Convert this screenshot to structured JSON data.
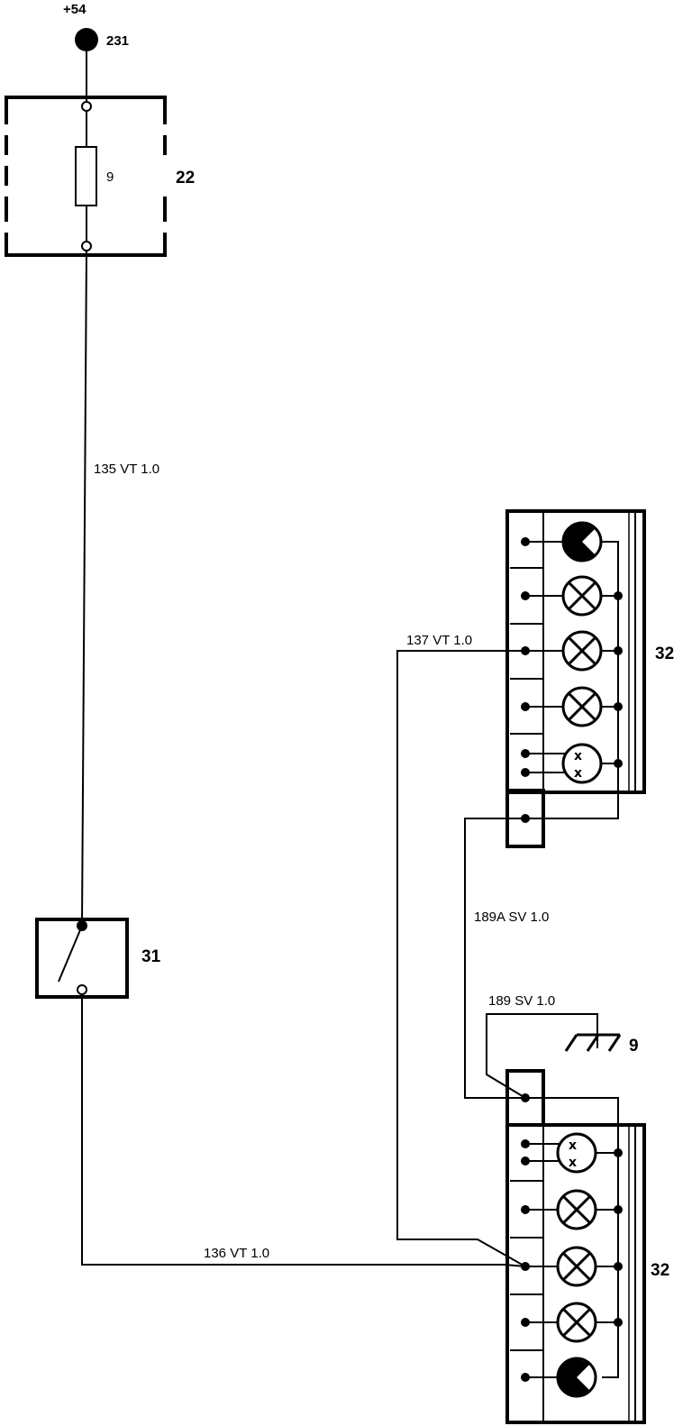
{
  "supply": {
    "terminal": "+54",
    "node": "231"
  },
  "fuse_box": {
    "id": "22",
    "fuse": "9"
  },
  "switch": {
    "id": "31"
  },
  "wires": {
    "w135": "135 VT 1.0",
    "w136": "136 VT 1.0",
    "w137": "137 VT 1.0",
    "w189a": "189A SV 1.0",
    "w189": "189 SV 1.0"
  },
  "ground": {
    "id": "9"
  },
  "panel_top": {
    "id": "32"
  },
  "panel_bottom": {
    "id": "32"
  }
}
